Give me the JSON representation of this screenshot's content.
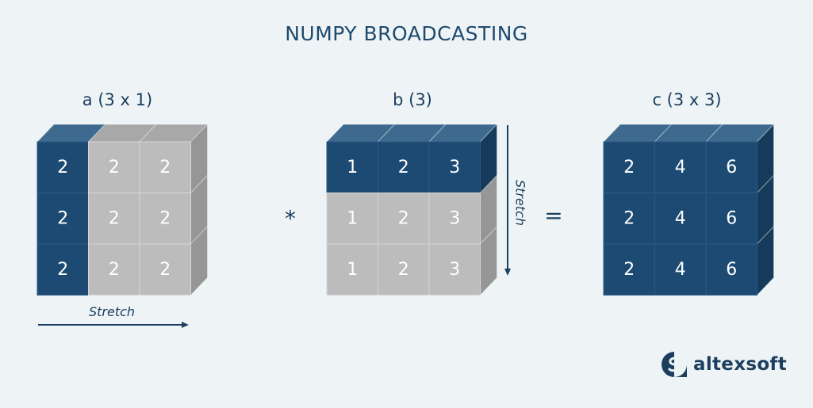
{
  "title": "NUMPY BROADCASTING",
  "operators": {
    "multiply": "*",
    "equals": "="
  },
  "arrays": {
    "a": {
      "label": "a (3 x 1)",
      "values": [
        [
          "2",
          "2",
          "2"
        ],
        [
          "2",
          "2",
          "2"
        ],
        [
          "2",
          "2",
          "2"
        ]
      ],
      "original_columns": [
        0
      ],
      "stretch_label": "Stretch"
    },
    "b": {
      "label": "b (3)",
      "values": [
        [
          "1",
          "2",
          "3"
        ],
        [
          "1",
          "2",
          "3"
        ],
        [
          "1",
          "2",
          "3"
        ]
      ],
      "original_rows": [
        0
      ],
      "stretch_label": "Stretch"
    },
    "c": {
      "label": "c (3 x 3)",
      "values": [
        [
          "2",
          "4",
          "6"
        ],
        [
          "2",
          "4",
          "6"
        ],
        [
          "2",
          "4",
          "6"
        ]
      ]
    }
  },
  "colors": {
    "original_front": "#1c4a72",
    "original_top": "#3e6a8f",
    "original_side": "#163a5a",
    "stretched_front": "#bcbcbc",
    "stretched_top": "#a8a8a8",
    "stretched_side": "#969696",
    "background": "#eef4f6",
    "ink": "#1c3f60"
  },
  "logo": {
    "text": "altexsoft"
  }
}
